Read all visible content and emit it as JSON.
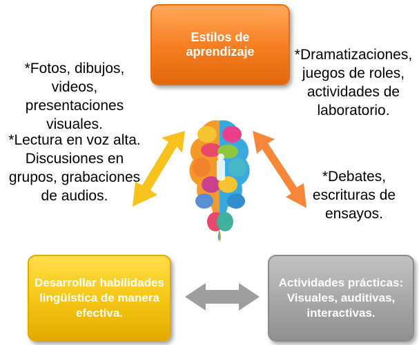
{
  "boxes": {
    "top": "Estilos de aprendizaje",
    "left": "Desarrollar habilidades lingüística de manera efectiva.",
    "right": "Actividades prácticas: Visuales, auditivas, interactivas."
  },
  "notes": {
    "left_1": "*Fotos, dibujos, videos, presentaciones visuales.",
    "left_2": "*Lectura en voz alta. Discusiones en grupos, grabaciones de audios.",
    "right_1": "*Dramatizaciones, juegos de roles, actividades de laboratorio.",
    "right_2": "*Debates, escrituras de ensayos."
  },
  "colors": {
    "orange": "#f57c1e",
    "yellow": "#f5c412",
    "gray": "#a6a6a6",
    "arrow_yellow": "#f7c21b",
    "arrow_orange": "#f5863a",
    "arrow_gray": "#9e9e9e"
  },
  "icons": [
    "brain-icon"
  ]
}
